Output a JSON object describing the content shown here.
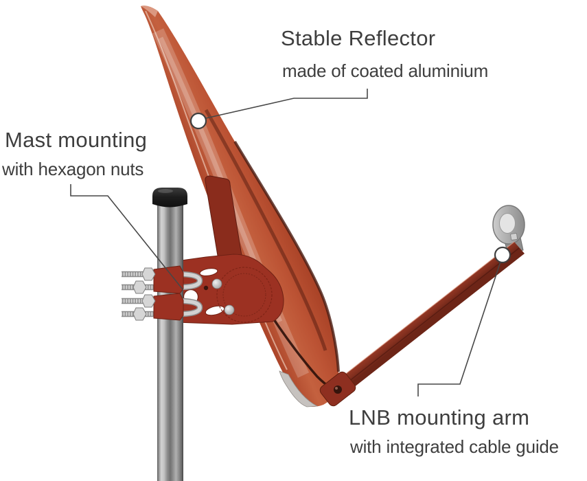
{
  "annotations": {
    "reflector": {
      "title": "Stable Reflector",
      "subtitle": "made of coated aluminium"
    },
    "mast": {
      "title": "Mast mounting",
      "subtitle": "with hexagon nuts"
    },
    "lnb_arm": {
      "title": "LNB mounting arm",
      "subtitle": "with integrated cable guide"
    }
  },
  "colors": {
    "background": "#ffffff",
    "text_gray": "#3e3e3e",
    "leader_line_gray": "#474747",
    "callout_circle_fill": "#ffffff",
    "dish_red": "#ab4429",
    "dish_highlight": "#c4613f",
    "dish_shadow": "#5c1f10",
    "bracket_red": "#9c3122",
    "arm_red": "#9a3a26",
    "mast_silver": "#a7a7a7",
    "cap_black": "#1d1d1d",
    "metal_silver": "#d2d2d2",
    "lnb_holder_gray": "#b3b3b3"
  }
}
